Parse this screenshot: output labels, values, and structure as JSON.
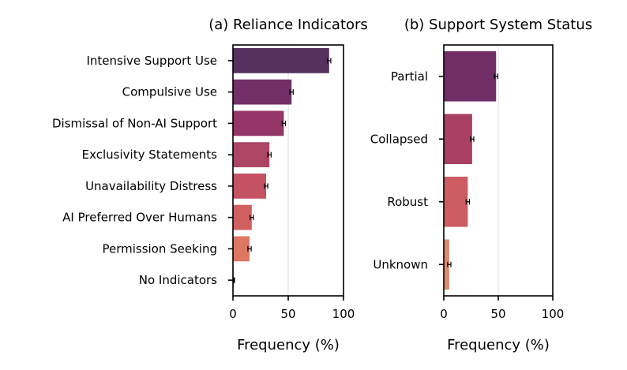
{
  "chart_data": [
    {
      "type": "bar",
      "orientation": "horizontal",
      "title": "(a) Reliance Indicators",
      "xlabel": "Frequency (%)",
      "ylabel": "",
      "xlim": [
        0,
        100
      ],
      "xticks": [
        "0",
        "50",
        "100"
      ],
      "grid": "vertical lines at x ticks",
      "categories": [
        "Intensive Support Use",
        "Compulsive Use",
        "Dismissal of Non-AI Support",
        "Exclusivity Statements",
        "Unavailability Distress",
        "AI Preferred Over Humans",
        "Permission Seeking",
        "No Indicators"
      ],
      "values": [
        87,
        53,
        46,
        33,
        30,
        17,
        15,
        1
      ],
      "errors": [
        1.5,
        1.5,
        1.5,
        1.5,
        1.5,
        1.5,
        1.5,
        0.5
      ],
      "colors": [
        "#55325e",
        "#732f66",
        "#943668",
        "#ac4566",
        "#c45263",
        "#d0605f",
        "#dc7763",
        "#e8b19a"
      ]
    },
    {
      "type": "bar",
      "orientation": "horizontal",
      "title": "(b) Support System Status",
      "xlabel": "Frequency (%)",
      "ylabel": "",
      "xlim": [
        0,
        100
      ],
      "xticks": [
        "0",
        "50",
        "100"
      ],
      "grid": "vertical lines at x ticks",
      "categories": [
        "Partial",
        "Collapsed",
        "Robust",
        "Unknown"
      ],
      "values": [
        48,
        26,
        22,
        5
      ],
      "errors": [
        1.5,
        1.5,
        1.5,
        1.5
      ],
      "colors": [
        "#712e66",
        "#a84063",
        "#cd5b62",
        "#de8a70"
      ]
    }
  ]
}
